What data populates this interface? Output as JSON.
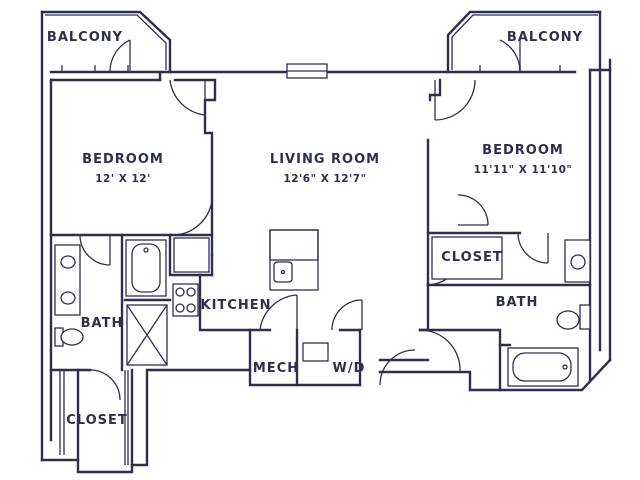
{
  "colors": {
    "ink": "#2e2f4f",
    "background": "#ffffff"
  },
  "rooms": {
    "balcony_left": "BALCONY",
    "balcony_right": "BALCONY",
    "bedroom_left": "BEDROOM",
    "bedroom_left_dim": "12' X 12'",
    "living_room": "LIVING ROOM",
    "living_room_dim": "12'6\" X 12'7\"",
    "bedroom_right": "BEDROOM",
    "bedroom_right_dim": "11'11\" X 11'10\"",
    "kitchen": "KITCHEN",
    "bath_left": "BATH",
    "bath_right": "BATH",
    "closet_left": "CLOSET",
    "closet_right": "CLOSET",
    "mech": "MECH",
    "wd": "W/D"
  }
}
